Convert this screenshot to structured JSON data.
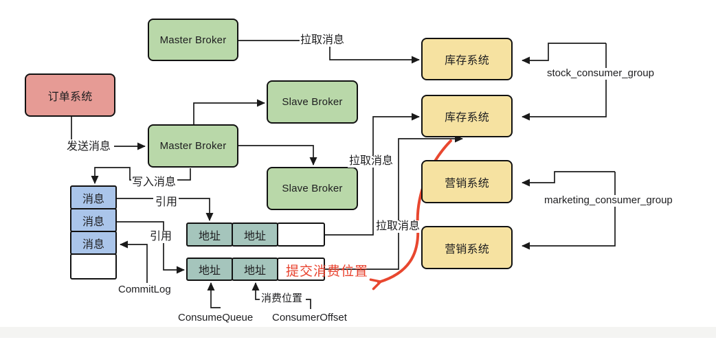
{
  "diagram_title": "RocketMQ message flow diagram",
  "nodes": {
    "master_broker_top": "Master Broker",
    "order_system": "订单系统",
    "slave_broker_1": "Slave Broker",
    "master_broker_main": "Master Broker",
    "slave_broker_2": "Slave Broker",
    "stock_system_1": "库存系统",
    "stock_system_2": "库存系统",
    "marketing_system_1": "营销系统",
    "marketing_system_2": "营销系统"
  },
  "commitlog_rows": [
    "消息",
    "消息",
    "消息",
    ""
  ],
  "queue_row1": [
    "地址",
    "地址",
    ""
  ],
  "queue_row2": [
    "地址",
    "地址",
    ""
  ],
  "labels": {
    "pull_top": "拉取消息",
    "pull_mid": "拉取消息",
    "pull_low": "拉取消息",
    "send": "发送消息",
    "write": "写入消息",
    "ref1": "引用",
    "ref2": "引用",
    "stock_group": "stock_consumer_group",
    "marketing_group": "marketing_consumer_group",
    "commit_offset": "提交消费位置",
    "commitlog": "CommitLog",
    "consume_queue": "ConsumeQueue",
    "consumer_offset": "ConsumerOffset",
    "consume_pos": "消费位置"
  },
  "colors": {
    "broker_green": "#b9d8a9",
    "producer_pink": "#e69b95",
    "consumer_yellow": "#f6e2a1",
    "message_blue": "#aac5ea",
    "address_teal": "#a5c5bc",
    "annotation_red": "#e8472f",
    "line_black": "#1a1a1a"
  }
}
